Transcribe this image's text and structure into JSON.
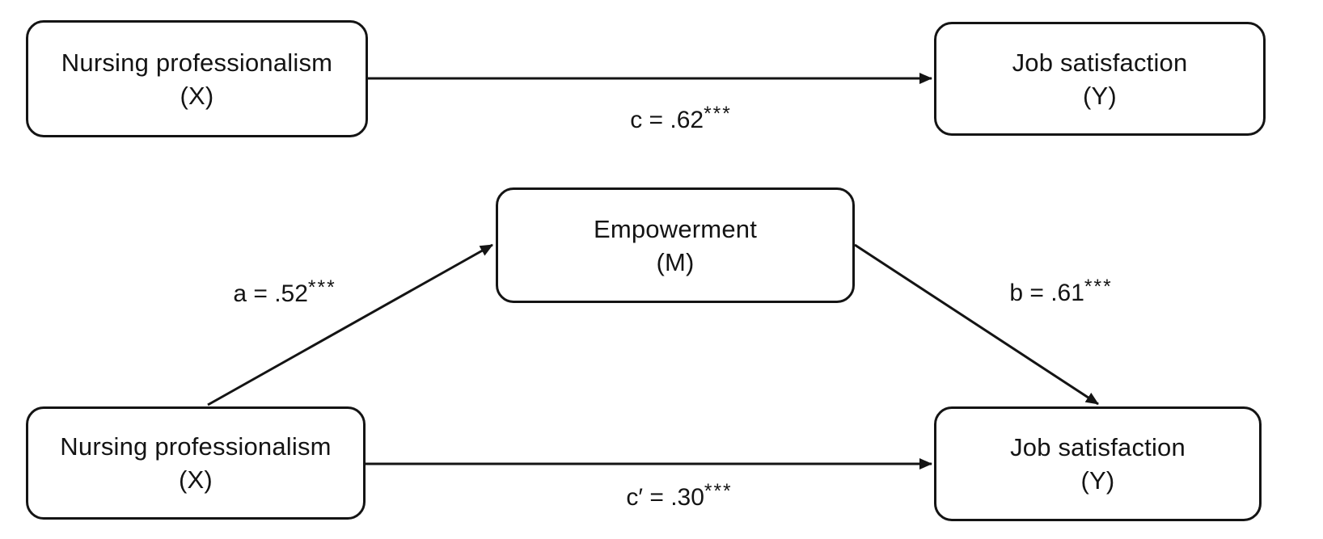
{
  "figure": {
    "type": "mediation-path-diagram",
    "background": "#ffffff",
    "ink_color": "#141414"
  },
  "total_effect_model": {
    "predictor": {
      "name": "Nursing professionalism",
      "symbol": "(X)"
    },
    "outcome": {
      "name": "Job satisfaction",
      "symbol": "(Y)"
    },
    "path_c": {
      "coefficient": "c = .62",
      "significance": "***"
    }
  },
  "mediation_model": {
    "predictor": {
      "name": "Nursing professionalism",
      "symbol": "(X)"
    },
    "mediator": {
      "name": "Empowerment",
      "symbol": "(M)"
    },
    "outcome": {
      "name": "Job satisfaction",
      "symbol": "(Y)"
    },
    "path_a": {
      "coefficient": "a = .52",
      "significance": "***"
    },
    "path_b": {
      "coefficient": "b = .61",
      "significance": "***"
    },
    "path_c_prime": {
      "coefficient": "c′ = .30",
      "significance": "***"
    }
  }
}
